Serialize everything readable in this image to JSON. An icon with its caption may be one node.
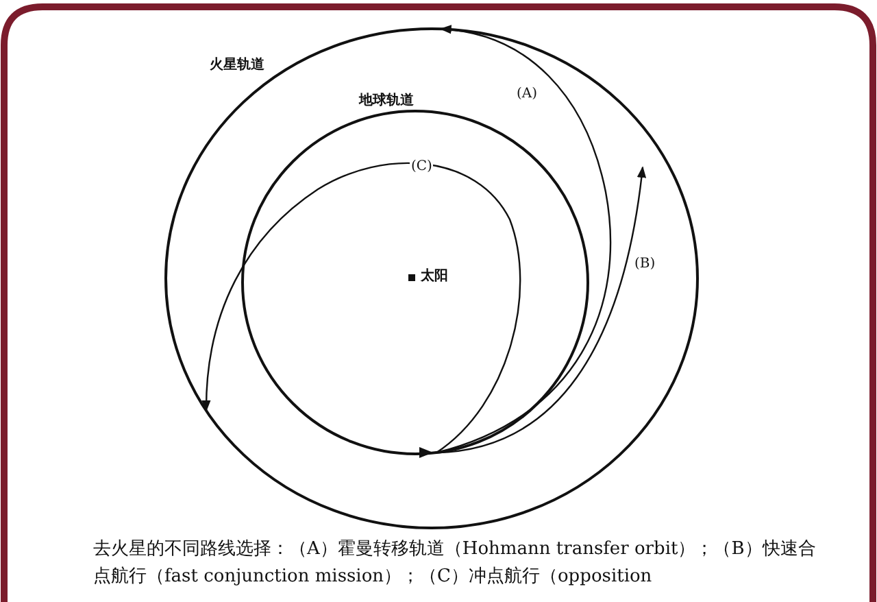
{
  "diagram": {
    "caption": "去火星的不同路线选择：（A）霍曼转移轨道（Hohmann transfer orbit）；（B）快速合点航行（fast conjunction mission）；（C）冲点航行（opposition",
    "nodes": [
      {
        "text": [
          "火星轨道"
        ]
      },
      {
        "text": [
          "地球轨道"
        ],
        "in": 0
      },
      {
        "text": [
          "太阳"
        ],
        "in": 1
      }
    ],
    "edges": [
      {
        "from": 1,
        "to": 0,
        "arrow": "to",
        "label": "(A)"
      },
      {
        "from": 1,
        "to": null,
        "arrow": "to",
        "label": "(B)"
      },
      {
        "from": 1,
        "to": 0,
        "arrow": "to",
        "label": "(C)"
      }
    ]
  }
}
